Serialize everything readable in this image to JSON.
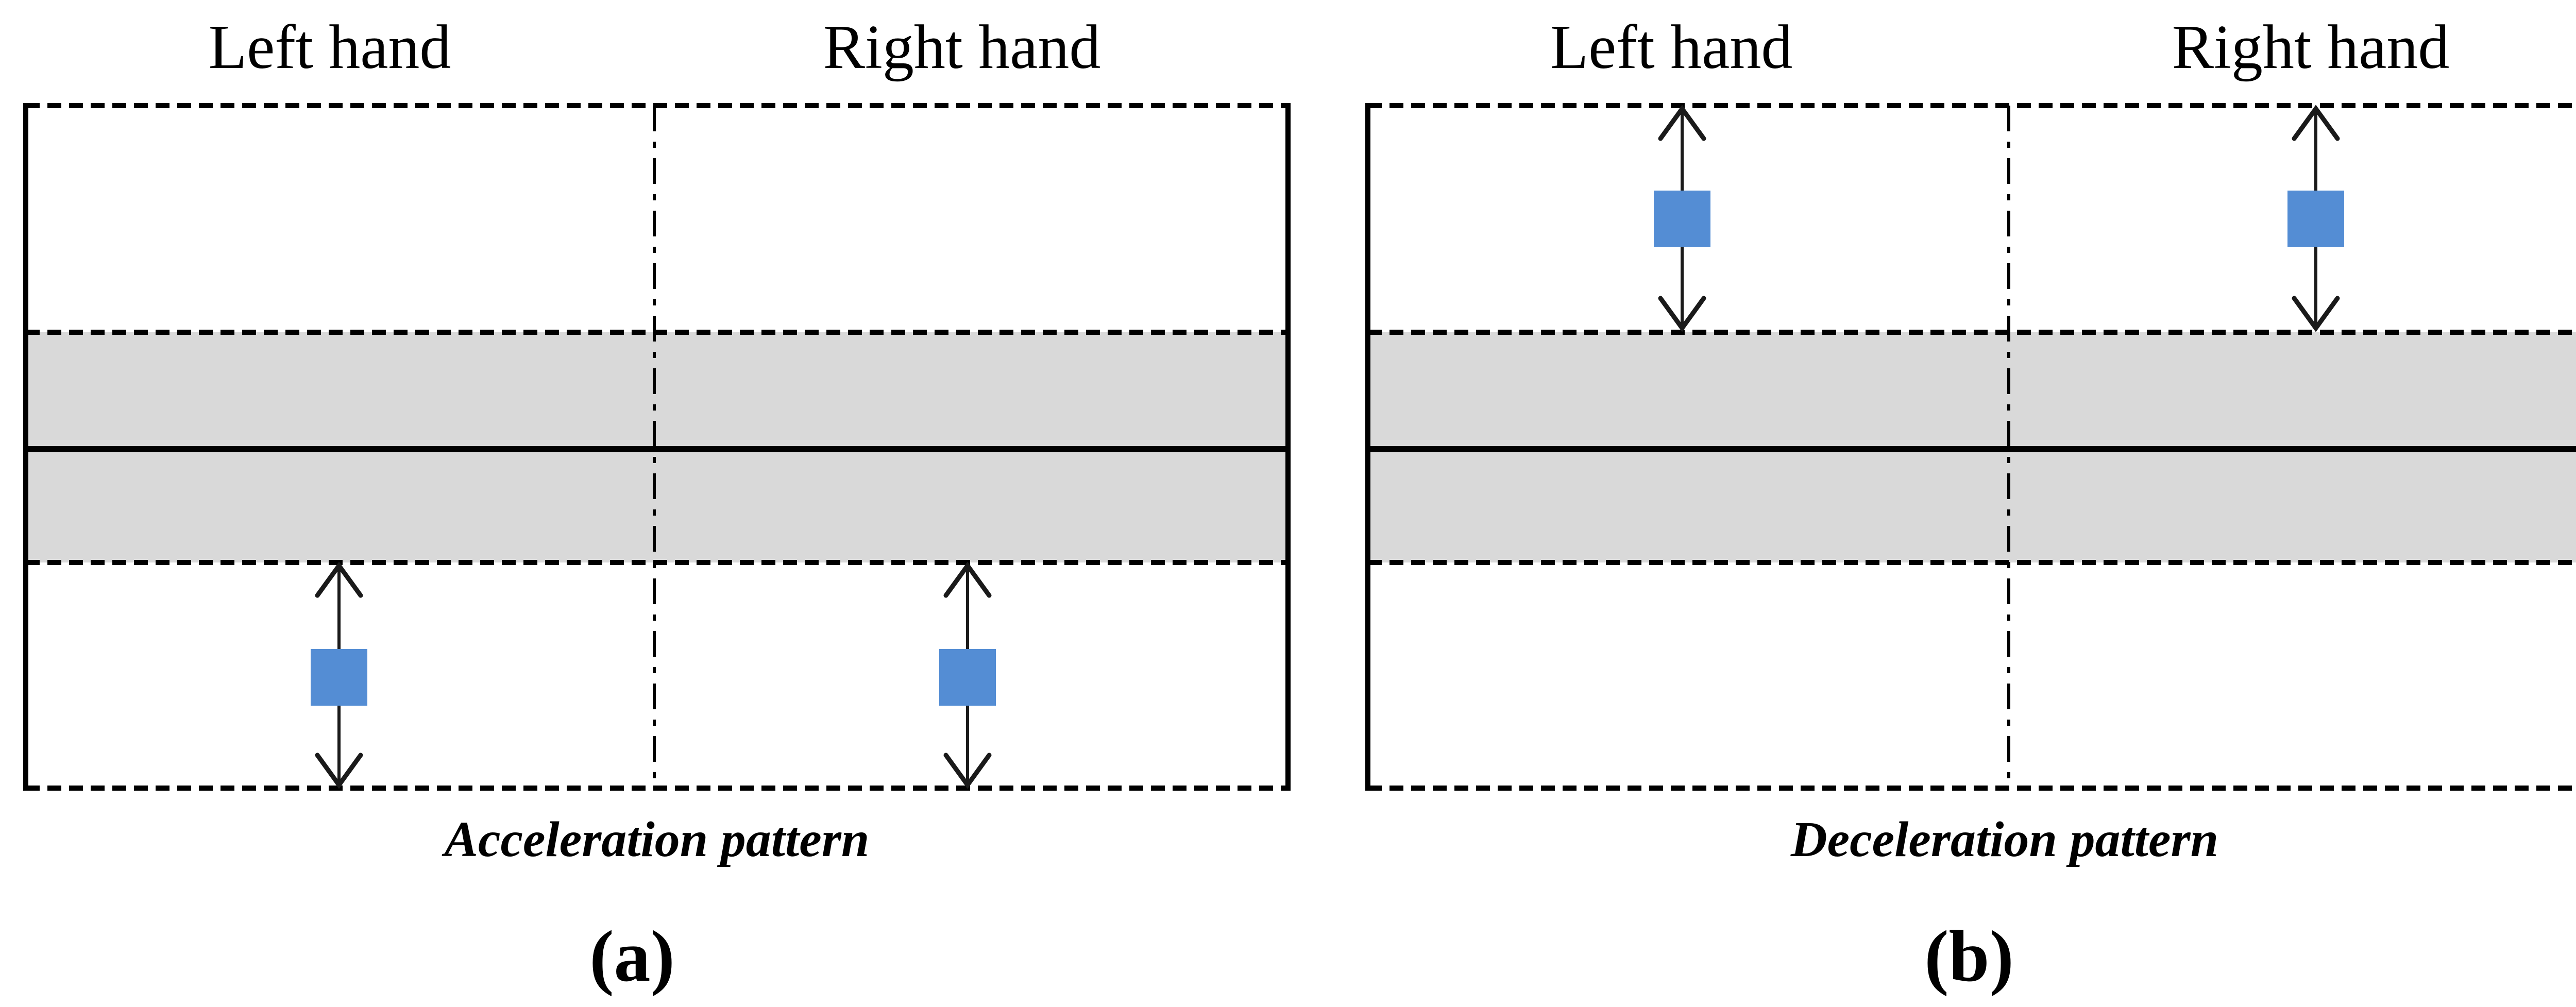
{
  "figure": {
    "colors": {
      "square_blue": "#548DD4",
      "band_gray": "#D9D9D9",
      "line_black": "#000000"
    },
    "icons": {
      "vertical_double_arrow": "↕"
    },
    "panels": [
      {
        "left_column_label": "Left hand",
        "right_column_label": "Right hand",
        "caption": "Acceleration pattern",
        "tag": "(a)"
      },
      {
        "left_column_label": "Left hand",
        "right_column_label": "Right hand",
        "caption": "Deceleration pattern",
        "tag": "(b)"
      }
    ]
  }
}
